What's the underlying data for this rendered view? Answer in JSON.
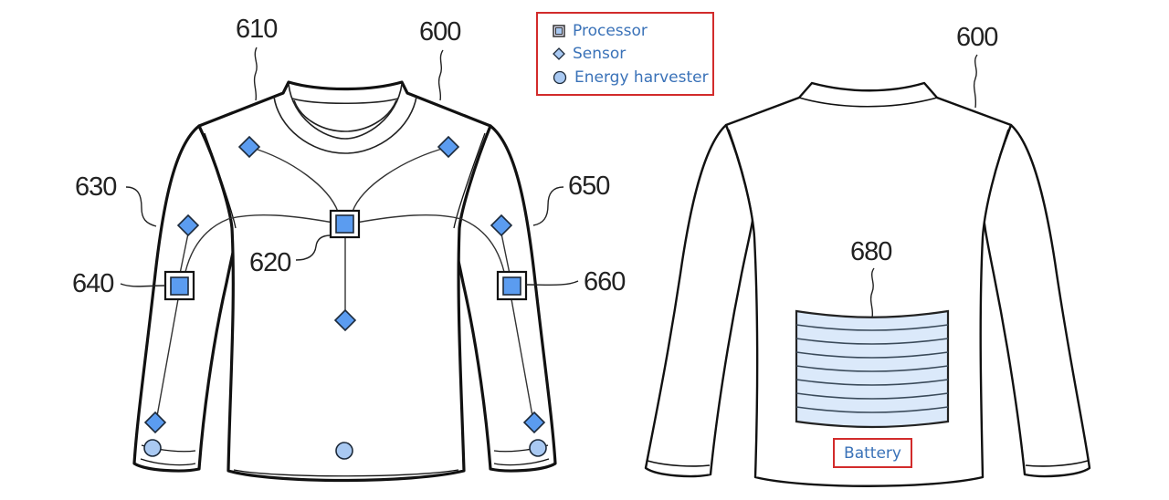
{
  "figure": {
    "description": "Smart clothing with embedded processors, sensors, energy harvesters and a flexible battery (front and back views)"
  },
  "legend": {
    "items": [
      {
        "label": "Processor",
        "icon": "square-in-square-icon"
      },
      {
        "label": "Sensor",
        "icon": "diamond-icon"
      },
      {
        "label": "Energy harvester",
        "icon": "circle-icon"
      }
    ],
    "border_color": "#d22b2b",
    "text_color": "#3a72b8"
  },
  "front_view": {
    "reference_labels": {
      "shirt": "600",
      "outer_layer": "610",
      "central_processor": "620",
      "left_sleeve": "630",
      "left_processor": "640",
      "right_sleeve": "650",
      "right_processor": "660"
    },
    "components": {
      "processors": 3,
      "sensors": 7,
      "energy_harvesters": 3
    }
  },
  "back_view": {
    "reference_labels": {
      "shirt": "600",
      "battery": "680"
    },
    "battery_label": "Battery",
    "battery_cells": 8
  },
  "colors": {
    "component_fill": "#5b9cf0",
    "harvester_fill": "#a9c9f2",
    "battery_fill": "#dbe9fa",
    "highlight_border": "#d22b2b",
    "annotation_text": "#3a72b8"
  }
}
